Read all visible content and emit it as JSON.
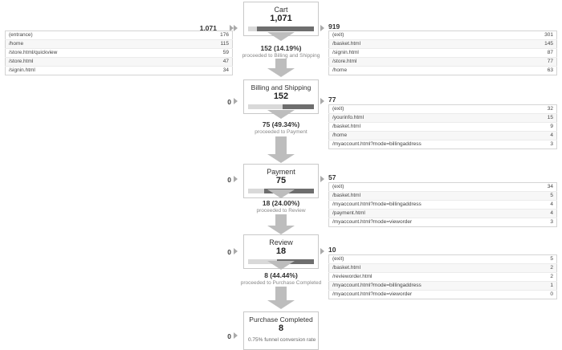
{
  "funnel": {
    "conversion_note": "0.75% funnel conversion rate",
    "steps": [
      {
        "name": "cart",
        "title": "Cart",
        "value": "1,071",
        "entry_total": "1,071",
        "exit_total": "919",
        "bar_fill_percent": 86
      },
      {
        "name": "billing-and-shipping",
        "title": "Billing and Shipping",
        "value": "152",
        "entry_total": "0",
        "exit_total": "77",
        "bar_fill_percent": 48
      },
      {
        "name": "payment",
        "title": "Payment",
        "value": "75",
        "entry_total": "0",
        "exit_total": "57",
        "bar_fill_percent": 76
      },
      {
        "name": "review",
        "title": "Review",
        "value": "18",
        "entry_total": "0",
        "exit_total": "10",
        "bar_fill_percent": 56
      },
      {
        "name": "purchase-completed",
        "title": "Purchase Completed",
        "value": "8",
        "entry_total": "0",
        "exit_total": "",
        "bar_fill_percent": 0
      }
    ],
    "transitions": [
      {
        "main": "152 (14.19%)",
        "sub": "proceeded to Billing and Shipping"
      },
      {
        "main": "75 (49.34%)",
        "sub": "proceeded to Payment"
      },
      {
        "main": "18 (24.00%)",
        "sub": "proceeded to Review"
      },
      {
        "main": "8 (44.44%)",
        "sub": "proceeded to Purchase Completed"
      }
    ],
    "entry_table": {
      "rows": [
        {
          "label": "(entrance)",
          "value": "176"
        },
        {
          "label": "/home",
          "value": "115"
        },
        {
          "label": "/store.html/quickview",
          "value": "59"
        },
        {
          "label": "/store.html",
          "value": "47"
        },
        {
          "label": "/signin.html",
          "value": "34"
        }
      ]
    },
    "exit_tables": [
      {
        "name": "cart-exits",
        "rows": [
          {
            "label": "(exit)",
            "value": "301"
          },
          {
            "label": "/basket.html",
            "value": "145"
          },
          {
            "label": "/signin.html",
            "value": "87"
          },
          {
            "label": "/store.html",
            "value": "77"
          },
          {
            "label": "/home",
            "value": "63"
          }
        ]
      },
      {
        "name": "billing-and-shipping-exits",
        "rows": [
          {
            "label": "(exit)",
            "value": "32"
          },
          {
            "label": "/yourinfo.html",
            "value": "15"
          },
          {
            "label": "/basket.html",
            "value": "9"
          },
          {
            "label": "/home",
            "value": "4"
          },
          {
            "label": "/myaccount.html?mode=billingaddress",
            "value": "3"
          }
        ]
      },
      {
        "name": "payment-exits",
        "rows": [
          {
            "label": "(exit)",
            "value": "34"
          },
          {
            "label": "/basket.html",
            "value": "5"
          },
          {
            "label": "/myaccount.html?mode=billingaddress",
            "value": "4"
          },
          {
            "label": "/payment.html",
            "value": "4"
          },
          {
            "label": "/myaccount.html?mode=vieworder",
            "value": "3"
          }
        ]
      },
      {
        "name": "review-exits",
        "rows": [
          {
            "label": "(exit)",
            "value": "5"
          },
          {
            "label": "/basket.html",
            "value": "2"
          },
          {
            "label": "/revieworder.html",
            "value": "2"
          },
          {
            "label": "/myaccount.html?mode=billingaddress",
            "value": "1"
          },
          {
            "label": "/myaccount.html?mode=vieworder",
            "value": "0"
          }
        ]
      }
    ]
  }
}
